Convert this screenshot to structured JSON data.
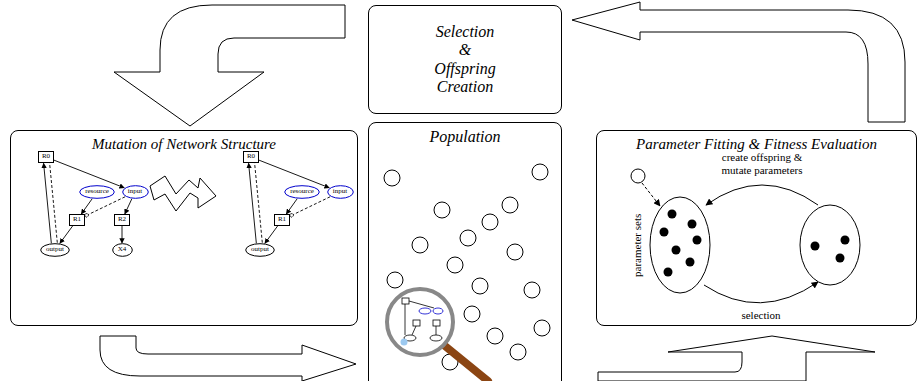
{
  "diagram": {
    "nodes": [
      {
        "text": [
          "Selection & Offspring Creation"
        ]
      },
      {
        "text": [
          "Mutation of Network Structure"
        ]
      },
      {
        "text": [
          "R0"
        ],
        "in": 1
      },
      {
        "text": [
          "resource"
        ],
        "in": 1
      },
      {
        "text": [
          "input"
        ],
        "in": 1
      },
      {
        "text": [
          "R1"
        ],
        "in": 1
      },
      {
        "text": [
          "R2"
        ],
        "in": 1
      },
      {
        "text": [
          "output"
        ],
        "in": 1
      },
      {
        "text": [
          "X4"
        ],
        "in": 1
      },
      {
        "text": [
          "R0"
        ],
        "in": 1
      },
      {
        "text": [
          "resource"
        ],
        "in": 1
      },
      {
        "text": [
          "input"
        ],
        "in": 1
      },
      {
        "text": [
          "R1"
        ],
        "in": 1
      },
      {
        "text": [
          "output"
        ],
        "in": 1
      },
      {
        "text": [
          "Population"
        ]
      },
      {
        "text": [
          "Parameter Fitting & Fitness Evaluation"
        ]
      }
    ],
    "edges": [
      {
        "from": 2,
        "to": 4,
        "arrow": "to"
      },
      {
        "from": 3,
        "to": 5,
        "arrow": "to"
      },
      {
        "from": 4,
        "to": 5,
        "arrow": "none"
      },
      {
        "from": 4,
        "to": 6,
        "arrow": "to"
      },
      {
        "from": 5,
        "to": 7,
        "arrow": "to"
      },
      {
        "from": 6,
        "to": 8,
        "arrow": "to"
      },
      {
        "from": 7,
        "to": 2,
        "arrow": "to"
      },
      {
        "from": 7,
        "to": 2,
        "arrow": "none"
      },
      {
        "from": 9,
        "to": 11,
        "arrow": "to"
      },
      {
        "from": 10,
        "to": 12,
        "arrow": "to"
      },
      {
        "from": 11,
        "to": 12,
        "arrow": "none"
      },
      {
        "from": 12,
        "to": 13,
        "arrow": "to"
      },
      {
        "from": 13,
        "to": 9,
        "arrow": "to"
      },
      {
        "from": 13,
        "to": 9,
        "arrow": "none"
      }
    ],
    "labels": [
      "create offspring & mutate parameters",
      "selection",
      "parameter sets"
    ]
  }
}
